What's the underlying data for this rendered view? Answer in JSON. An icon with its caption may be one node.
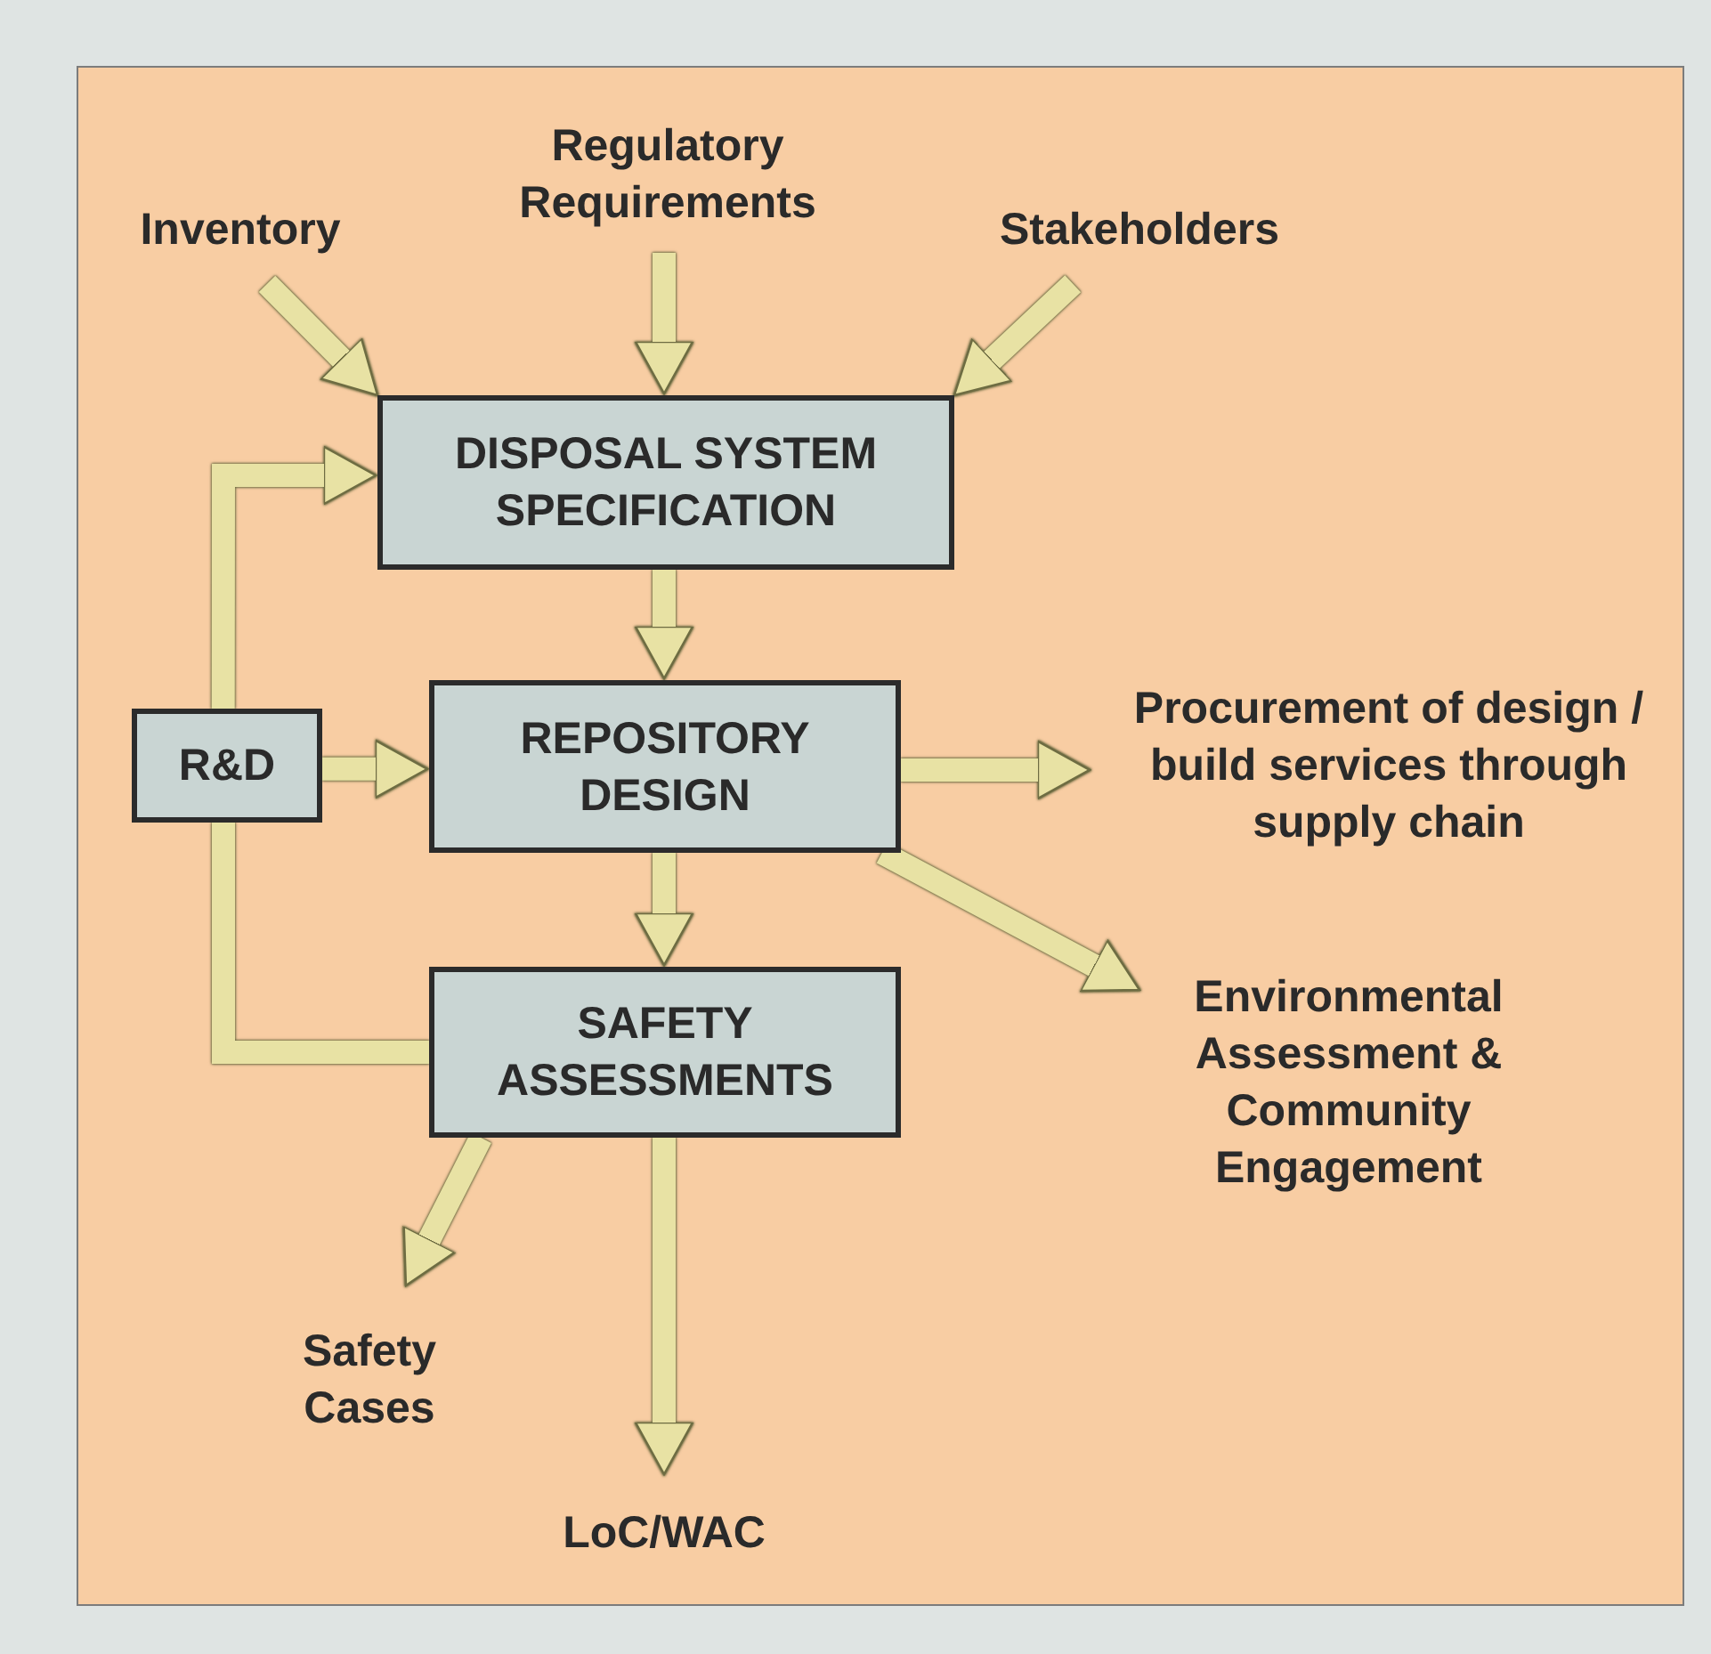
{
  "diagram": {
    "nodes": [
      {
        "text": [
          "Inventory"
        ]
      },
      {
        "text": [
          "Regulatory Requirements"
        ]
      },
      {
        "text": [
          "Stakeholders"
        ]
      },
      {
        "text": [
          "DISPOSAL SYSTEM SPECIFICATION"
        ]
      },
      {
        "text": [
          "R&D"
        ]
      },
      {
        "text": [
          "REPOSITORY DESIGN"
        ]
      },
      {
        "text": [
          "Procurement of design / build services through supply chain"
        ]
      },
      {
        "text": [
          "SAFETY ASSESSMENTS"
        ]
      },
      {
        "text": [
          "Environmental Assessment & Community Engagement"
        ]
      },
      {
        "text": [
          "Safety Cases"
        ]
      },
      {
        "text": [
          "LoC/WAC"
        ]
      }
    ],
    "edges": [
      {
        "from": 0,
        "to": 3,
        "arrow": "to"
      },
      {
        "from": 1,
        "to": 3,
        "arrow": "to"
      },
      {
        "from": 2,
        "to": 3,
        "arrow": "to"
      },
      {
        "from": 3,
        "to": 5,
        "arrow": "to"
      },
      {
        "from": 4,
        "to": 5,
        "arrow": "to"
      },
      {
        "from": 4,
        "to": 3,
        "arrow": "to"
      },
      {
        "from": 7,
        "to": 4,
        "arrow": "none"
      },
      {
        "from": 5,
        "to": 6,
        "arrow": "to"
      },
      {
        "from": 5,
        "to": 8,
        "arrow": "to"
      },
      {
        "from": 5,
        "to": 7,
        "arrow": "to"
      },
      {
        "from": 7,
        "to": 9,
        "arrow": "to"
      },
      {
        "from": 7,
        "to": 10,
        "arrow": "to"
      }
    ]
  }
}
